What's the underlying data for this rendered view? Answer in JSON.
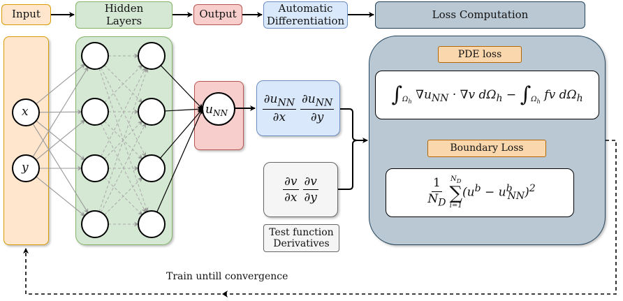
{
  "header": {
    "input_label": "Input",
    "hidden_label": "Hidden Layers",
    "output_label": "Output",
    "autodiff_label": "Automatic Differentiation",
    "loss_label": "Loss Computation"
  },
  "network": {
    "inputs": [
      "x",
      "y"
    ],
    "hidden_layers": [
      4,
      4
    ],
    "output_node": "u",
    "output_sub": "NN"
  },
  "derivatives": {
    "nn_num_1": "∂u",
    "nn_sub": "NN",
    "nn_den_1": "∂x",
    "nn_den_2": "∂y",
    "test_num": "∂v",
    "test_den_1": "∂x",
    "test_den_2": "∂y",
    "test_caption": "Test function Derivatives"
  },
  "loss": {
    "pde_label": "PDE loss",
    "pde_equation": "∫_{Ω_h} ∇u_NN · ∇v dΩ_h − ∫_{Ω_h} fv dΩ_h",
    "boundary_label": "Boundary Loss",
    "boundary_equation": "1/N_D Σ_{i=1}^{N_D} (u^b − u^b_NN)^2"
  },
  "loop": {
    "label": "Train untill convergence"
  },
  "colors": {
    "input": "#ffe6cc",
    "hidden": "#d5e8d4",
    "output": "#f8cecc",
    "autodiff": "#dae8fc",
    "loss": "#bac8d3",
    "test": "#f5f5f5"
  }
}
